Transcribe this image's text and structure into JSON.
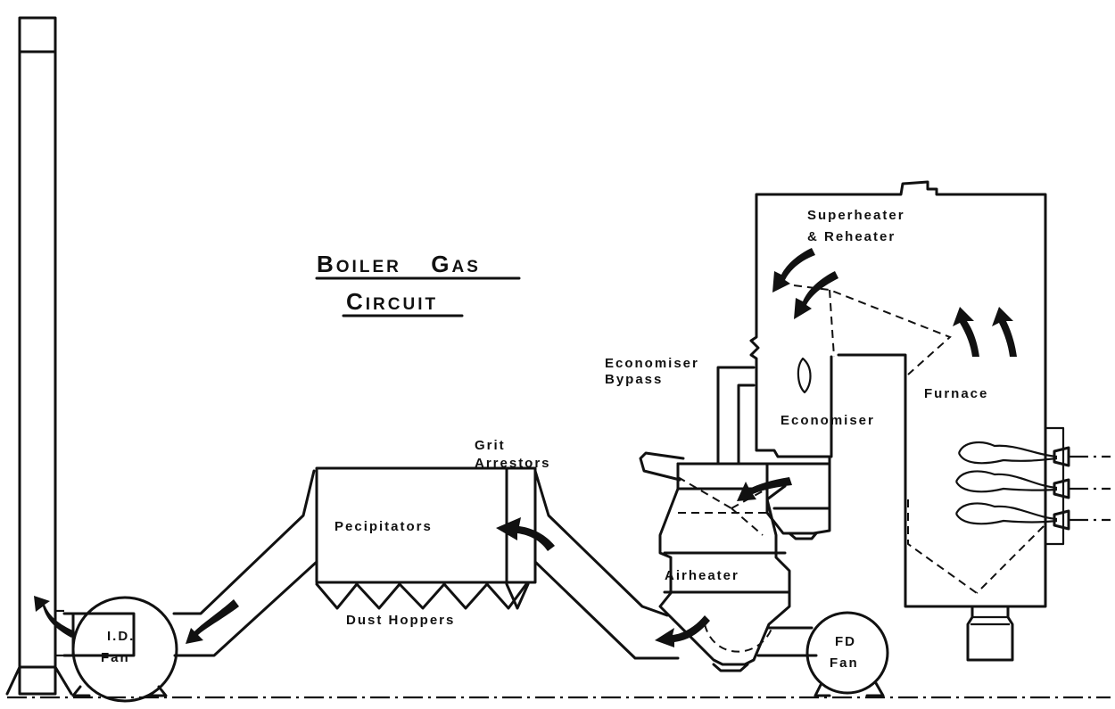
{
  "title": {
    "line1_cap": "B",
    "line1_small": "OILER",
    "line1b_cap": "G",
    "line1b_small": "AS",
    "line2_cap": "C",
    "line2_small": "IRCUIT"
  },
  "labels": {
    "superheater_line1": "Superheater",
    "superheater_line2": "& Reheater",
    "economiser_bypass_line1": "Economiser",
    "economiser_bypass_line2": "Bypass",
    "economiser": "Economiser",
    "furnace": "Furnace",
    "grit_line1": "Grit",
    "grit_line2": "Arrestors",
    "precipitators": "Pecipitators",
    "dust_hoppers": "Dust Hoppers",
    "airheater": "Airheater",
    "id_fan_line1": "I.D.",
    "id_fan_line2": "Fan",
    "fd_fan_line1": "FD",
    "fd_fan_line2": "Fan"
  },
  "colors": {
    "ink": "#111111",
    "paper": "#ffffff"
  }
}
